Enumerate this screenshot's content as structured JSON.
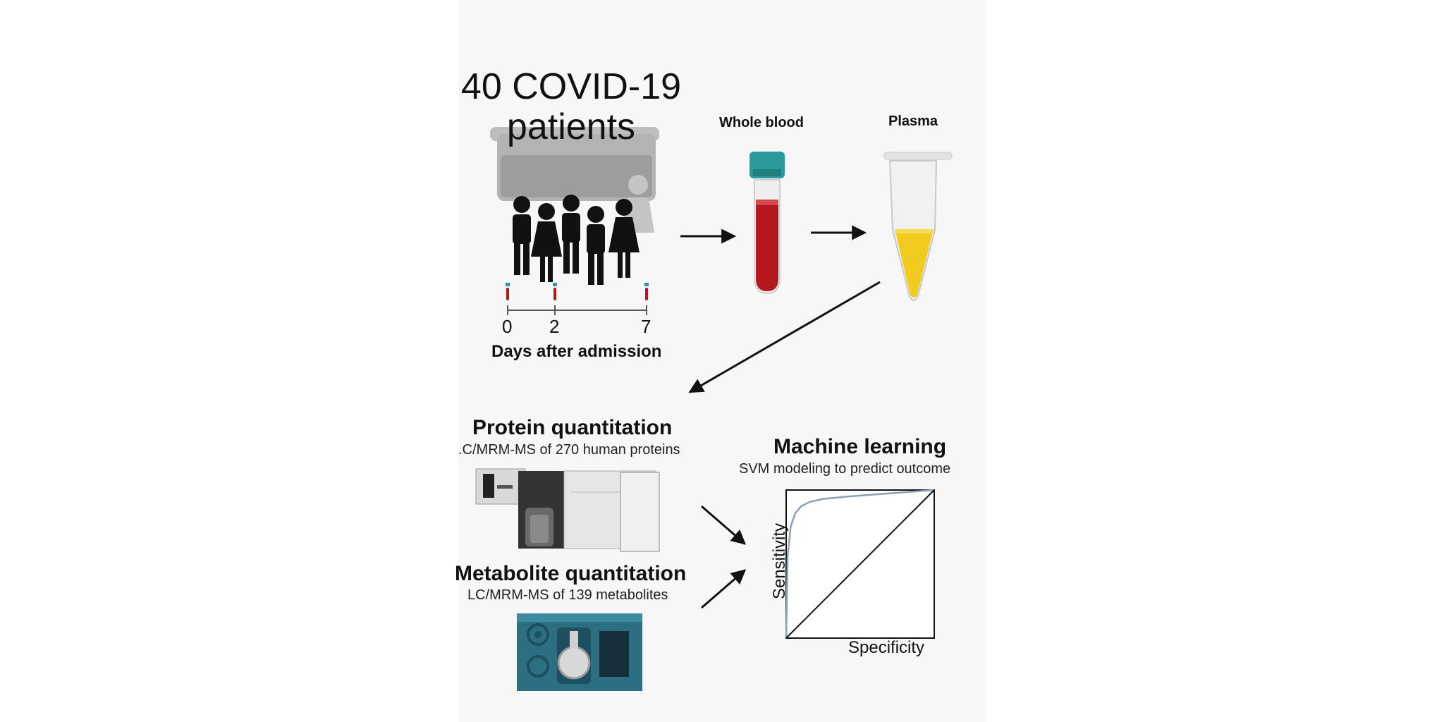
{
  "cohort": {
    "title_line1": "40 COVID-19",
    "title_line2": "patients",
    "timeline": {
      "days": [
        "0",
        "2",
        "7"
      ],
      "label": "Days after admission"
    }
  },
  "samples": {
    "whole_blood_label": "Whole blood",
    "plasma_label": "Plasma"
  },
  "protein": {
    "title": "Protein quantitation",
    "subtitle": ".C/MRM-MS of 270 human proteins"
  },
  "metabolite": {
    "title": "Metabolite quantitation",
    "subtitle": "LC/MRM-MS of 139 metabolites"
  },
  "ml": {
    "title": "Machine learning",
    "subtitle": "SVM modeling to predict outcome",
    "chart_data": {
      "type": "line",
      "xlabel": "Specificity",
      "ylabel": "Sensitivity",
      "xlim": [
        0,
        1
      ],
      "ylim": [
        0,
        1
      ],
      "series": [
        {
          "x": [
            0,
            0.01,
            0.03,
            0.06,
            0.1,
            0.16,
            0.25,
            0.4,
            0.6,
            0.8,
            1.0
          ],
          "values": [
            0,
            0.55,
            0.75,
            0.84,
            0.89,
            0.92,
            0.94,
            0.955,
            0.97,
            0.985,
            1.0
          ]
        },
        {
          "x": [
            0,
            1
          ],
          "values": [
            0,
            1
          ]
        }
      ]
    }
  },
  "colors": {
    "blood": "#b5171f",
    "plasma": "#f1cc1e",
    "cap": "#2a9a9a",
    "instrument": "#2c6e82",
    "roc_curve": "#8aa0b4"
  }
}
